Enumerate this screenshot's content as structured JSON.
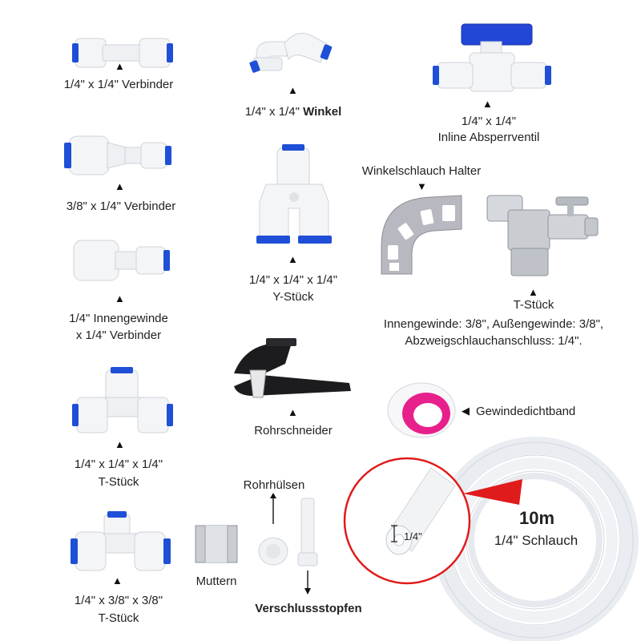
{
  "labels": {
    "c1": "1/4\" x 1/4\" Verbinder",
    "c2_pre": "1/4\" x 1/4\" ",
    "c2_bold": "Winkel",
    "c3_l1": "1/4\" x 1/4\"",
    "c3_l2": "Inline Absperrventil",
    "c4": "3/8\" x 1/4\" Verbinder",
    "c5_title": "Winkelschlauch Halter",
    "c6_l1": "1/4\" x 1/4\" x 1/4\"",
    "c6_l2": "Y-Stück",
    "c7_l1": "1/4\" Innengewinde",
    "c7_l2": "x 1/4\" Verbinder",
    "c8_l1": "T-Stück",
    "c8_l2": "Innengewinde: 3/8\", Außengewinde: 3/8\",",
    "c8_l3": "Abzweigschlauchanschluss: 1/4\".",
    "c9": "Rohrschneider",
    "c10": "Gewindedichtband",
    "c11_l1": "1/4\" x 1/4\" x 1/4\"",
    "c11_l2": "T-Stück",
    "c12": "Rohrhülsen",
    "c13": "Muttern",
    "c14": "Verschlussstopfen",
    "c15_l1": "1/4\" x 3/8\" x 3/8\"",
    "c15_l2": "T-Stück",
    "hose_len": "10m",
    "hose_size": "1/4",
    "hose_name": "Schlauch",
    "hose_detail": "1/4\""
  },
  "icons": {
    "up": "triangle-up-icon",
    "down": "triangle-down-icon",
    "left": "triangle-left-icon"
  },
  "colors": {
    "fitting_white": "#f4f5f7",
    "fitting_blue": "#1f4fd6",
    "tape_pink": "#e8208c",
    "circle_red": "#e01b1b",
    "bracket_gray": "#b8b8c0",
    "steel": "#c9ccd1"
  }
}
